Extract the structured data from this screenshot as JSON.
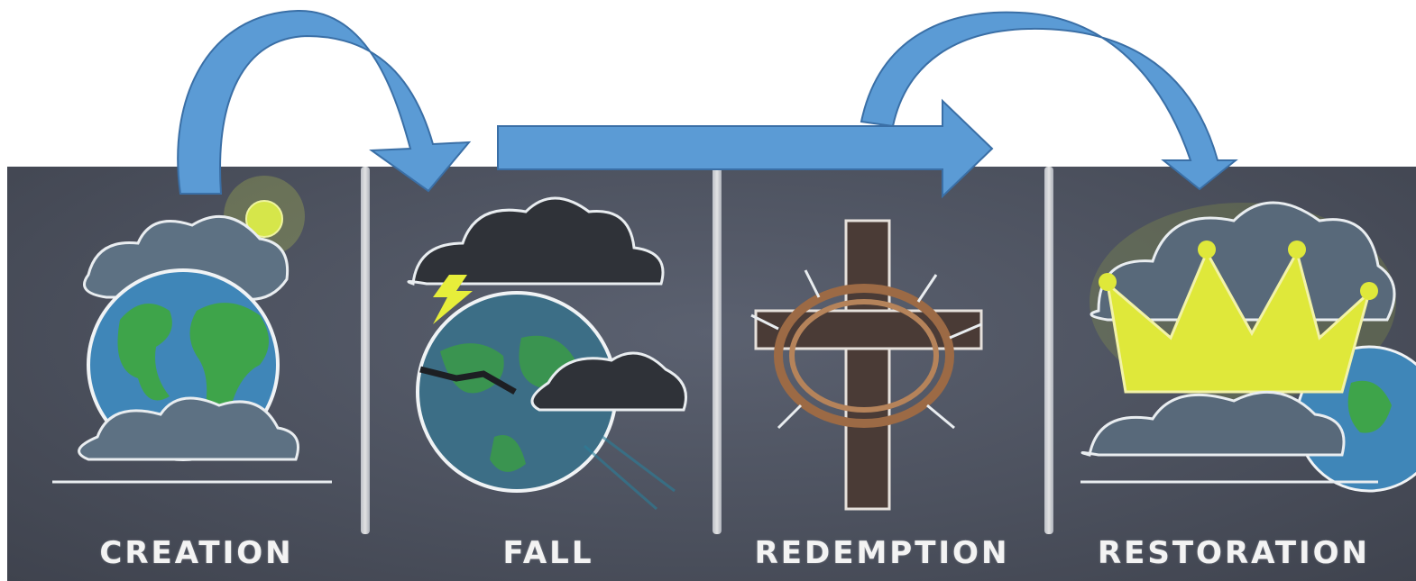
{
  "stages": [
    {
      "label": "CREATION",
      "icon": "earth-with-sun-icon"
    },
    {
      "label": "FALL",
      "icon": "cracked-earth-storm-icon"
    },
    {
      "label": "REDEMPTION",
      "icon": "cross-with-crown-of-thorns-icon"
    },
    {
      "label": "RESTORATION",
      "icon": "earth-with-crown-icon"
    }
  ],
  "colors": {
    "arrow_fill": "#5b9bd5",
    "arrow_stroke": "#3a6fa6",
    "board": "#4c515e",
    "chalk": "#f3f3f3"
  }
}
